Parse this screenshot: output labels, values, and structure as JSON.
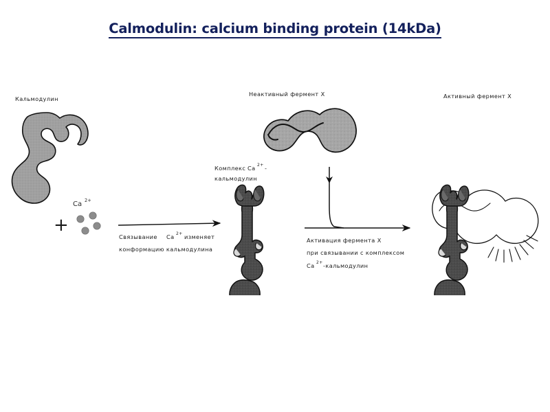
{
  "slide": {
    "title": "Calmodulin: calcium binding protein (14kDa)",
    "title_color": "#13205c",
    "background_color": "#ffffff"
  },
  "diagram": {
    "type": "biological-pathway-schematic",
    "language": "ru",
    "labels": {
      "calmodulin": "Кальмодулин",
      "calcium_ion": "Ca",
      "calcium_ion_charge": "2+",
      "inactive_enzyme": "Неактивный фермент Х",
      "complex_line1_prefix": "Комплекс",
      "complex_line1_ion": "Ca",
      "complex_line1_charge": "2+",
      "complex_line1_dash": "-",
      "complex_line2": "кальмодулин",
      "active_enzyme": "Активный фермент Х",
      "plus_sign": "+"
    },
    "arrow1": {
      "line1_prefix": "Связывание",
      "line1_ion": "Ca",
      "line1_charge": "2+",
      "line1_suffix": "изменяет",
      "line2": "конформацию кальмодулина"
    },
    "arrow2": {
      "line1": "Активация фермента Х",
      "line2": "при связывании с комплексом",
      "line3_ion": "Ca",
      "line3_charge": "2+",
      "line3_suffix": "-кальмодулин"
    },
    "colors": {
      "calmodulin_fill": "#9d9d9d",
      "complex_fill": "#4a4a4a",
      "enzyme_fill": "#a3a3a3",
      "active_enzyme_fill": "#ffffff",
      "outline": "#111111",
      "calcium_dot_fill": "#8c8c8c"
    },
    "calcium_dot_count": 4
  }
}
